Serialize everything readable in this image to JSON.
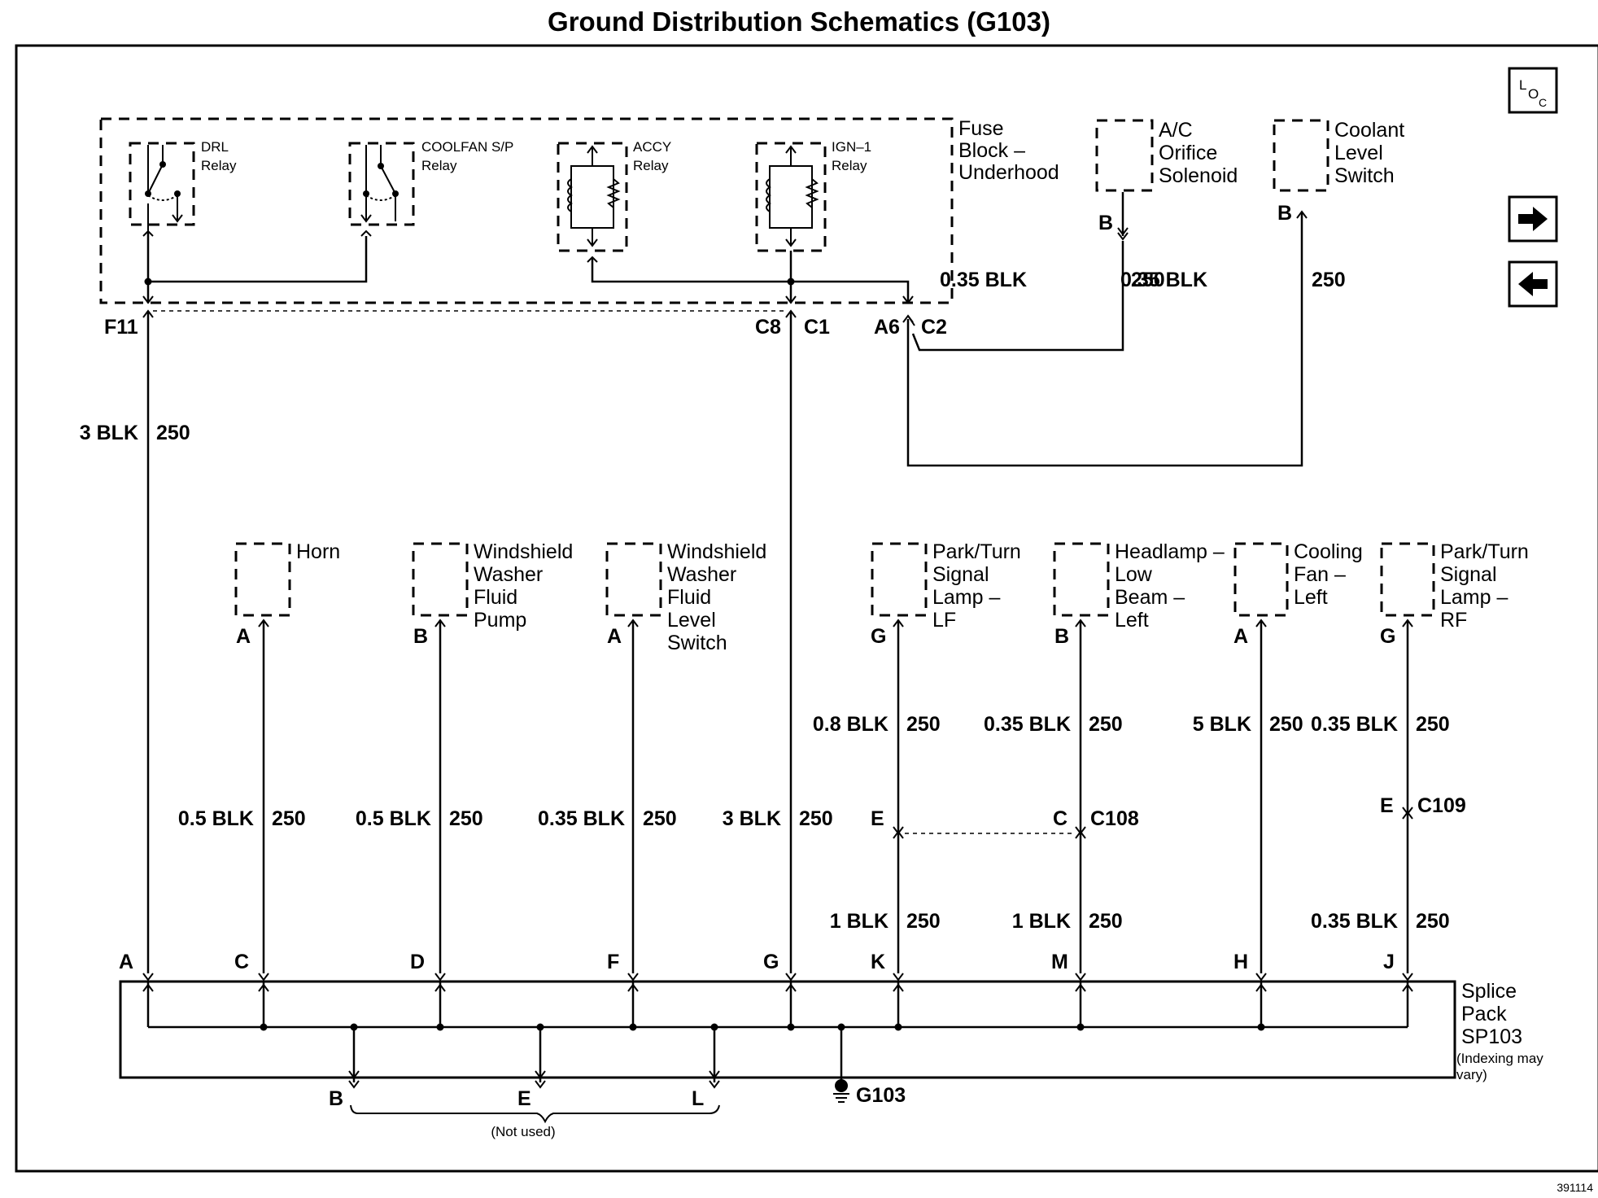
{
  "title": "Ground Distribution Schematics (G103)",
  "nav": {
    "loc_label": "LOC"
  },
  "fuse_block": {
    "label_lines": [
      "Fuse",
      "Block –",
      "Underhood"
    ],
    "relays": [
      {
        "name": "DRL",
        "sub": "Relay"
      },
      {
        "name": "COOLFAN S/P",
        "sub": "Relay"
      },
      {
        "name": "ACCY",
        "sub": "Relay"
      },
      {
        "name": "IGN–1",
        "sub": "Relay"
      }
    ],
    "pins": {
      "f11": "F11",
      "c8": "C8",
      "c1": "C1",
      "a6": "A6",
      "c2": "C2"
    }
  },
  "top_components": [
    {
      "lines": [
        "A/C",
        "Orifice",
        "Solenoid"
      ],
      "pin": "B",
      "wire": "0.35 BLK",
      "circuit": "250"
    },
    {
      "lines": [
        "Coolant",
        "Level",
        "Switch"
      ],
      "pin": "B",
      "wire": "0.35 BLK",
      "circuit": "250"
    }
  ],
  "main_wires": {
    "f11": {
      "wire": "3 BLK",
      "circuit": "250"
    },
    "c8": {
      "wire": "3 BLK",
      "circuit": "250"
    }
  },
  "bottom_components": [
    {
      "lines": [
        "Horn"
      ],
      "pin": "A",
      "wire": "0.5 BLK",
      "circuit": "250"
    },
    {
      "lines": [
        "Windshield",
        "Washer",
        "Fluid",
        "Pump"
      ],
      "pin": "B",
      "wire": "0.5 BLK",
      "circuit": "250"
    },
    {
      "lines": [
        "Windshield",
        "Washer",
        "Fluid",
        "Level",
        "Switch"
      ],
      "pin": "A",
      "wire": "0.35 BLK",
      "circuit": "250"
    },
    {
      "lines": [
        "Park/Turn",
        "Signal",
        "Lamp –",
        "LF"
      ],
      "pin": "G",
      "wire": "0.8 BLK",
      "circuit": "250"
    },
    {
      "lines": [
        "Headlamp –",
        "Low",
        "Beam –",
        "Left"
      ],
      "pin": "B",
      "wire": "0.35 BLK",
      "circuit": "250"
    },
    {
      "lines": [
        "Cooling",
        "Fan –",
        "Left"
      ],
      "pin": "A",
      "wire": "5 BLK",
      "circuit": "250"
    },
    {
      "lines": [
        "Park/Turn",
        "Signal",
        "Lamp –",
        "RF"
      ],
      "pin": "G",
      "wire": "0.35 BLK",
      "circuit": "250"
    }
  ],
  "connectors": {
    "c108": {
      "name": "C108",
      "pin_left": "E",
      "pin_right": "C"
    },
    "c109": {
      "name": "C109",
      "pin": "E"
    }
  },
  "lower_wires": [
    {
      "wire": "1 BLK",
      "circuit": "250"
    },
    {
      "wire": "1 BLK",
      "circuit": "250"
    },
    {
      "wire": "0.35 BLK",
      "circuit": "250"
    }
  ],
  "splice_pack": {
    "lines": [
      "Splice",
      "Pack",
      "SP103"
    ],
    "note_lines": [
      "(Indexing may",
      "vary)"
    ],
    "top_pins": [
      "A",
      "C",
      "D",
      "F",
      "G",
      "K",
      "M",
      "H",
      "J"
    ],
    "bottom_pins": [
      "B",
      "E",
      "L"
    ],
    "not_used": "(Not used)"
  },
  "ground": "G103",
  "figure_id": "391114"
}
